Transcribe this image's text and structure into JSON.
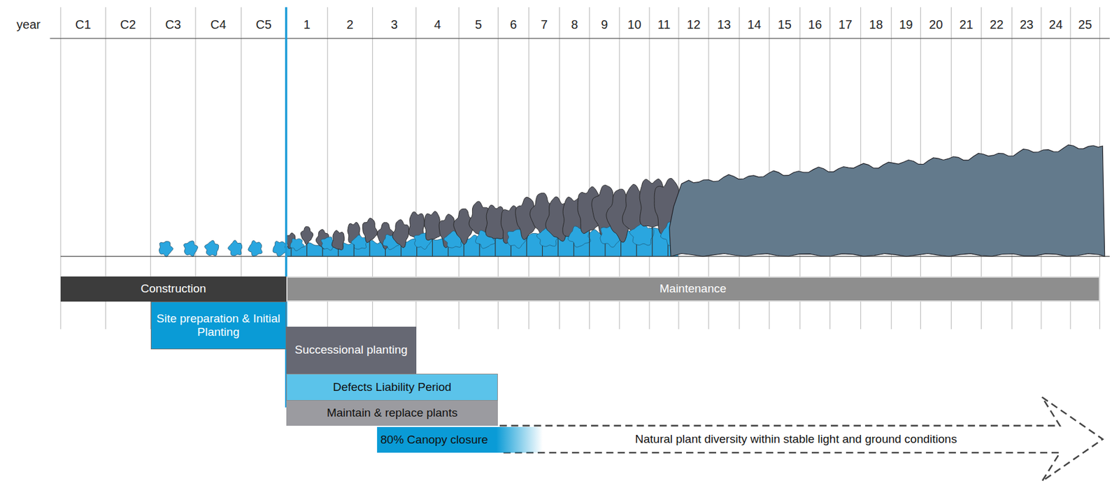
{
  "diagram": {
    "nodes": [
      {
        "text": [
          "Construction"
        ]
      },
      {
        "text": [
          "Maintenance"
        ]
      },
      {
        "text": [
          "Site preparation & Initial Planting"
        ]
      },
      {
        "text": [
          "Successional planting"
        ]
      },
      {
        "text": [
          "Defects Liability Period"
        ]
      },
      {
        "text": [
          "Maintain & replace plants"
        ]
      },
      {
        "text": [
          "80% Canopy closure"
        ]
      },
      {
        "text": [
          "Natural plant diversity within stable light and ground conditions"
        ]
      }
    ],
    "labels": [
      "year",
      "C1",
      "C2",
      "C3",
      "C4",
      "C5",
      "1",
      "2",
      "3",
      "4",
      "5",
      "6",
      "7",
      "8",
      "9",
      "10",
      "11",
      "12",
      "13",
      "14",
      "15",
      "16",
      "17",
      "18",
      "19",
      "20",
      "21",
      "22",
      "23",
      "24",
      "25"
    ]
  }
}
